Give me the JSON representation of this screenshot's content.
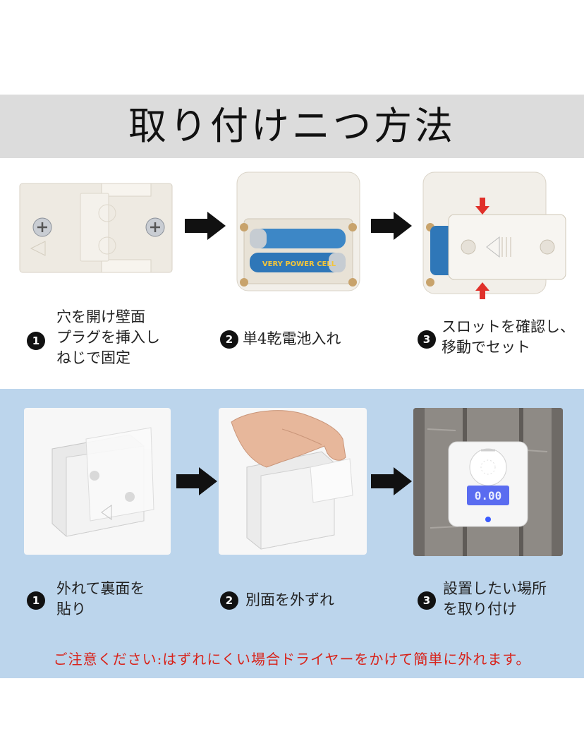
{
  "title": "取り付けニつ方法",
  "top_steps": [
    {
      "number": "1",
      "lines": [
        "穴を開け壁面",
        "プラグを挿入し",
        "ねじで固定"
      ]
    },
    {
      "number": "2",
      "lines": [
        "単4乾電池入れ"
      ]
    },
    {
      "number": "3",
      "lines": [
        "スロットを確認し、",
        "移動でセット"
      ]
    }
  ],
  "bottom_steps": [
    {
      "number": "1",
      "lines": [
        "外れて裏面を",
        "貼り"
      ]
    },
    {
      "number": "2",
      "lines": [
        "別面を外ずれ"
      ]
    },
    {
      "number": "3",
      "lines": [
        "設置したい場所",
        "を取り付け"
      ]
    }
  ],
  "battery_label": "VERY POWER CELL",
  "display_digits": "0.00",
  "notice": "ご注意ください:はずれにくい場合ドライヤーをかけて簡単に外れます。",
  "colors": {
    "title_band": "#dcdcdc",
    "lower_background": "#bcd5ec",
    "notice_text": "#d8231a",
    "arrow_black": "#111111",
    "arrow_red": "#e0302a",
    "lcd_blue": "#5a6cf0"
  }
}
